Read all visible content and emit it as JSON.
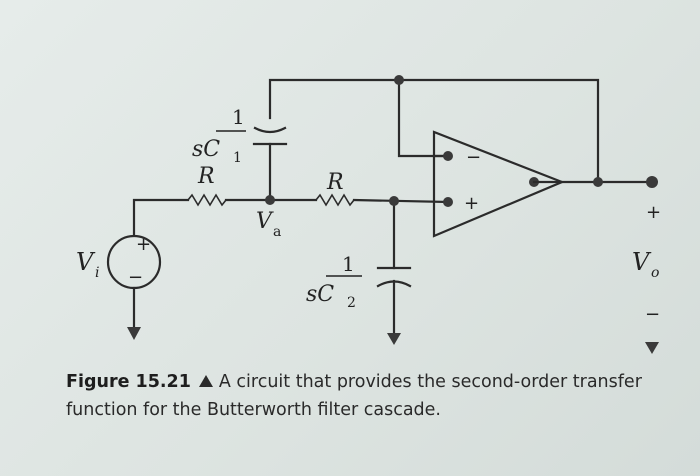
{
  "labels": {
    "c1_num": "1",
    "c1_den": "sC",
    "c1_sub": "1",
    "r1": "R",
    "r2": "R",
    "va": "V",
    "va_sub": "a",
    "vi": "V",
    "vi_sub": "i",
    "c2_num": "1",
    "c2_den": "sC",
    "c2_sub": "2",
    "vo": "V",
    "vo_sub": "o",
    "source_plus": "+",
    "source_minus": "−",
    "opamp_minus": "−",
    "opamp_plus": "+",
    "out_plus": "+",
    "out_minus": "−"
  },
  "caption": {
    "figure_number": "Figure 15.21",
    "text": "A circuit that provides the second-order transfer function for the Butterworth filter cascade."
  }
}
